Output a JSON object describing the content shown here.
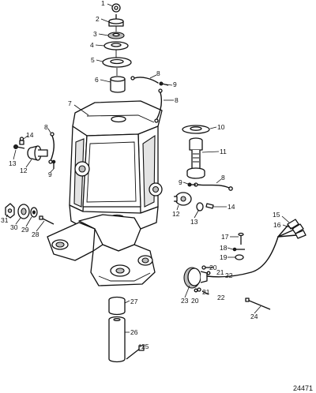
{
  "figure_number": "24471",
  "callouts": {
    "c1": "1",
    "c2": "2",
    "c3": "3",
    "c4": "4",
    "c5": "5",
    "c6": "6",
    "c7": "7",
    "c8a": "8",
    "c8b": "8",
    "c8c": "8",
    "c8d": "8",
    "c9a": "9",
    "c9b": "9",
    "c9c": "9",
    "c10": "10",
    "c11": "11",
    "c12a": "12",
    "c12b": "12",
    "c13a": "13",
    "c13b": "13",
    "c14a": "14",
    "c14b": "14",
    "c15": "15",
    "c16": "16",
    "c17": "17",
    "c18": "18",
    "c19": "19",
    "c20a": "20",
    "c20b": "20",
    "c21a": "21",
    "c21b": "21",
    "c22a": "22",
    "c22b": "22",
    "c23": "23",
    "c24": "24",
    "c25": "25",
    "c26": "26",
    "c27": "27",
    "c28": "28",
    "c29": "29",
    "c30": "30",
    "c31": "31"
  }
}
